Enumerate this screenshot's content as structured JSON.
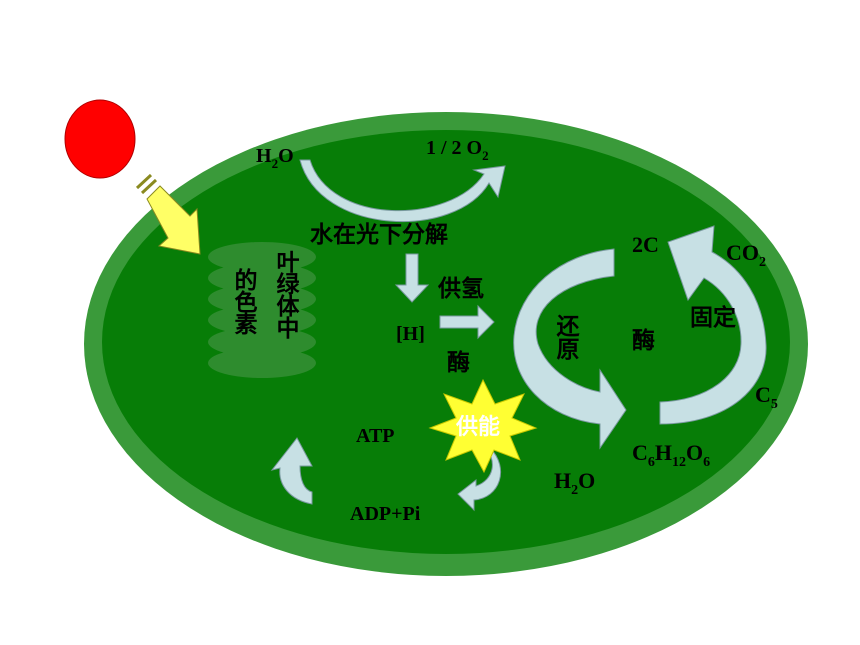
{
  "colors": {
    "chloroplast_outer": "#3a9a3a",
    "chloroplast_inner": "#077d07",
    "sun": "#ff0000",
    "arrow_light": "#c7e0e4",
    "light_arrow": "#ffff66",
    "burst": "#ffff33",
    "thylakoid": "#2e8c2e"
  },
  "labels": {
    "h2o_top": [
      "H",
      "2",
      "O"
    ],
    "o2": [
      "1 / 2 O",
      "2"
    ],
    "water_split": "水在光下分解",
    "supply_h": "供氢",
    "h_bracket": "[H]",
    "enzyme_left": "酶",
    "pigment_col1": "的色素",
    "pigment_col2": "叶绿体中",
    "reduce": "还原",
    "enzyme_right": "酶",
    "fix": "固定",
    "two_c": "2C",
    "co2": [
      "CO",
      "2"
    ],
    "c5": [
      "C",
      "5"
    ],
    "glucose": [
      "C",
      "6",
      "H",
      "12",
      "O",
      "6"
    ],
    "h2o_bottom": [
      "H",
      "2",
      "O"
    ],
    "atp": "ATP",
    "supply_energy": "供能",
    "adp": "ADP+Pi"
  }
}
